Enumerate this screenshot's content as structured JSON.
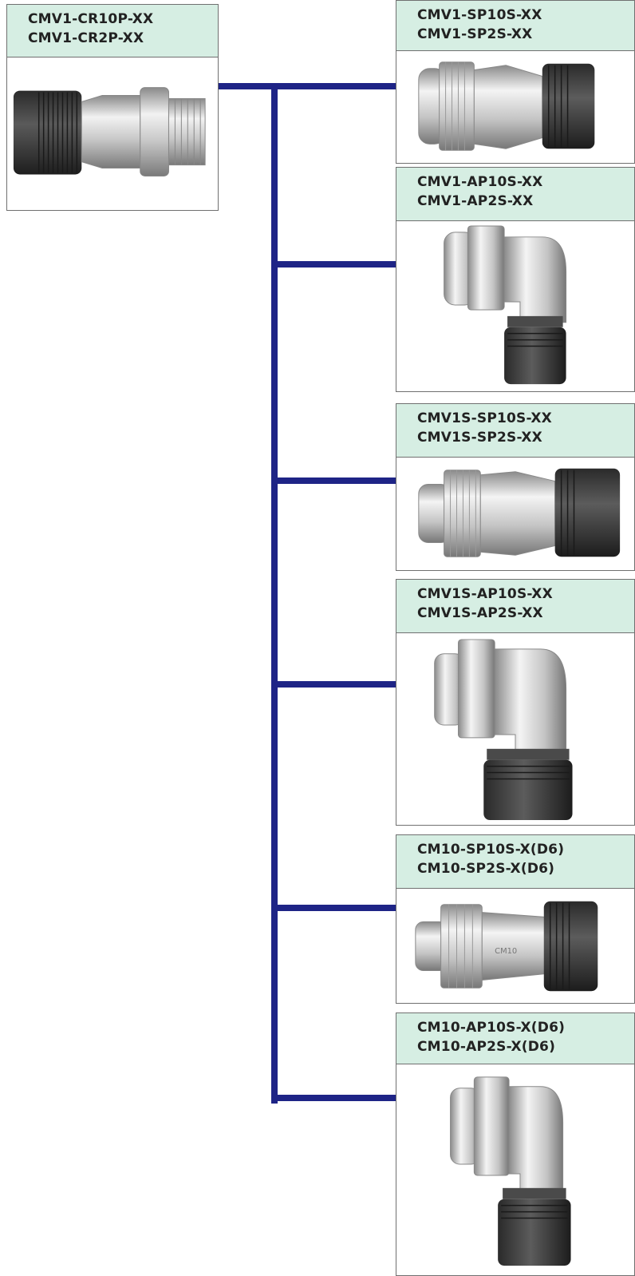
{
  "source": {
    "line1": "CMV1-CR10P-XX",
    "line2": "CMV1-CR2P-XX"
  },
  "targets": [
    {
      "line1": "CMV1-SP10S-XX",
      "line2": "CMV1-SP2S-XX",
      "shape": "straight-plug"
    },
    {
      "line1": "CMV1-AP10S-XX",
      "line2": "CMV1-AP2S-XX",
      "shape": "angle-plug"
    },
    {
      "line1": "CMV1S-SP10S-XX",
      "line2": "CMV1S-SP2S-XX",
      "shape": "straight-plug"
    },
    {
      "line1": "CMV1S-AP10S-XX",
      "line2": "CMV1S-AP2S-XX",
      "shape": "angle-plug"
    },
    {
      "line1": "CM10-SP10S-X(D6)",
      "line2": "CM10-SP2S-X(D6)",
      "shape": "straight-plug",
      "engraving": "CM10"
    },
    {
      "line1": "CM10-AP10S-X(D6)",
      "line2": "CM10-AP2S-X(D6)",
      "shape": "angle-plug"
    }
  ],
  "colors": {
    "connector_line": "#1e2486",
    "header_bg": "#d6eee3",
    "border": "#707070"
  }
}
